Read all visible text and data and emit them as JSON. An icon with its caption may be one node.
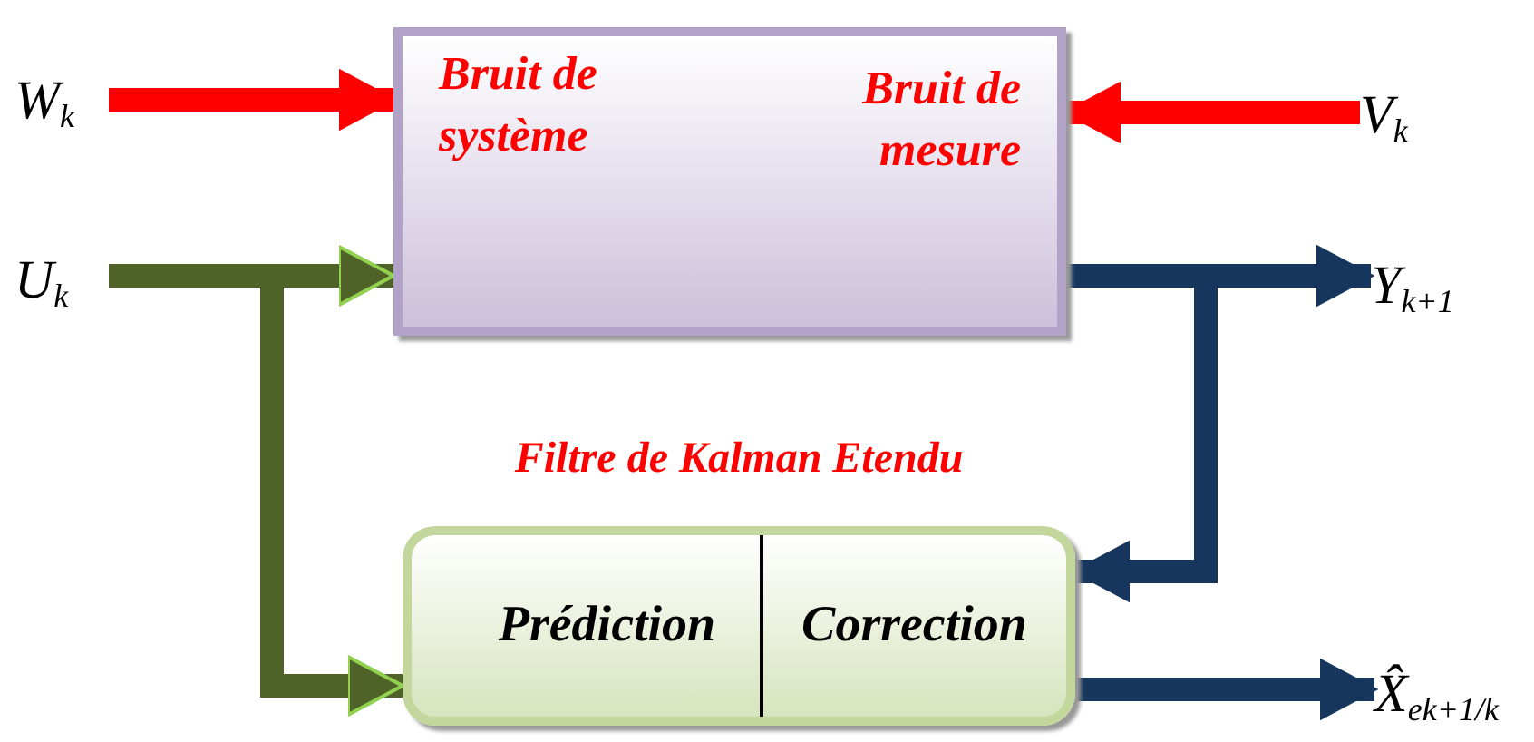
{
  "diagram": {
    "nodes": [
      {
        "text": [
          "Bruit de système",
          "Bruit de mesure"
        ]
      },
      {
        "text": [
          "W$_{k}$"
        ]
      },
      {
        "text": [
          "V$_{k}$"
        ]
      },
      {
        "text": [
          "U$_{k}$"
        ]
      },
      {
        "text": [
          "Y$_{k+1}$"
        ]
      },
      {
        "text": [
          "Filtre de Kalman Etendu",
          "Prédiction",
          "Correction"
        ]
      },
      {
        "text": [
          "X̂$_{e}$$_{k+1/k}$"
        ]
      }
    ],
    "edges": [
      {
        "from": 1,
        "to": 0,
        "arrow": "to",
        "color": "#ff0000"
      },
      {
        "from": 2,
        "to": 0,
        "arrow": "to",
        "color": "#ff0000"
      },
      {
        "from": 3,
        "to": 0,
        "arrow": "to",
        "color": "#4f6228"
      },
      {
        "from": 3,
        "to": 5,
        "arrow": "to",
        "color": "#4f6228"
      },
      {
        "from": 0,
        "to": 4,
        "arrow": "to",
        "color": "#17365d"
      },
      {
        "from": 0,
        "to": 5,
        "arrow": "to",
        "color": "#17365d"
      },
      {
        "from": 5,
        "to": 6,
        "arrow": "to",
        "color": "#17365d"
      }
    ]
  }
}
